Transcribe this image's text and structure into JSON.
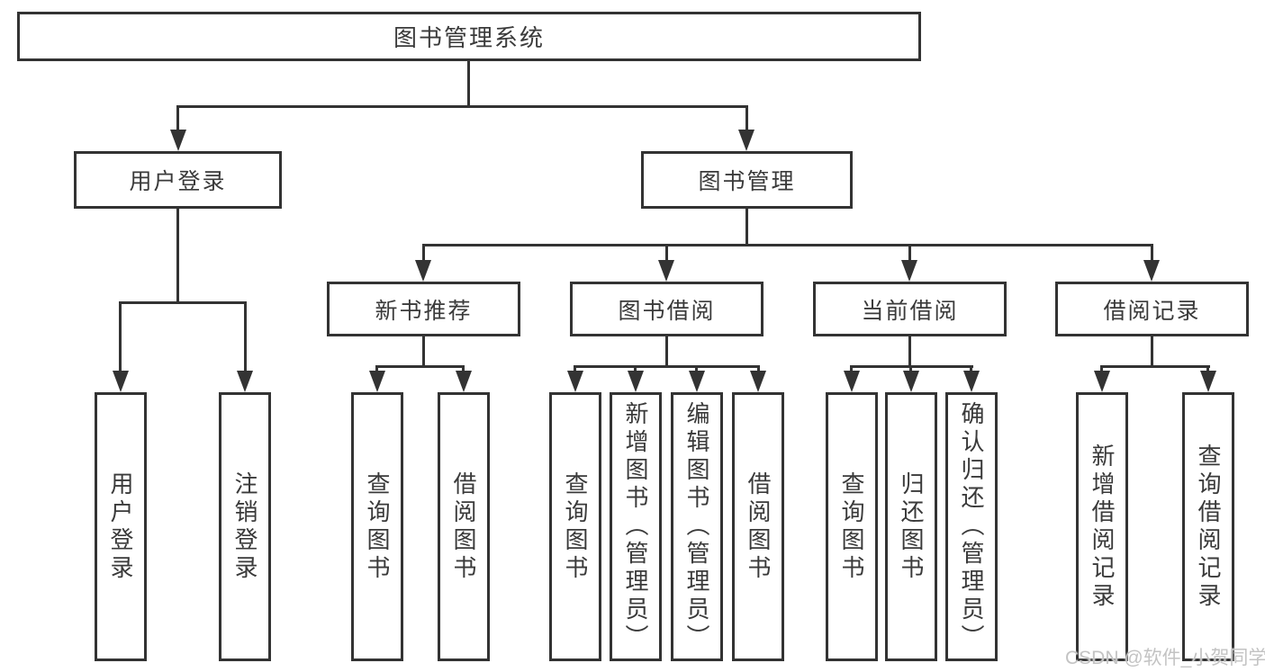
{
  "diagram": {
    "root": {
      "label": "图书管理系统"
    },
    "branches": [
      {
        "label": "用户登录",
        "leaves": [
          "用户登录",
          "注销登录"
        ]
      },
      {
        "label": "图书管理",
        "groups": [
          {
            "label": "新书推荐",
            "leaves": [
              "查询图书",
              "借阅图书"
            ]
          },
          {
            "label": "图书借阅",
            "leaves": [
              "查询图书",
              "新增图书（管理员）",
              "编辑图书（管理员）",
              "借阅图书"
            ]
          },
          {
            "label": "当前借阅",
            "leaves": [
              "查询图书",
              "归还图书",
              "确认归还（管理员）"
            ]
          },
          {
            "label": "借阅记录",
            "leaves": [
              "新增借阅记录",
              "查询借阅记录"
            ]
          }
        ]
      }
    ]
  },
  "watermark": {
    "text": "CSDN @软件_小贺同学"
  },
  "colors": {
    "line": "#333333",
    "text": "#3a3a3a",
    "watermark": "#c3c3c3",
    "bg": "#ffffff"
  }
}
